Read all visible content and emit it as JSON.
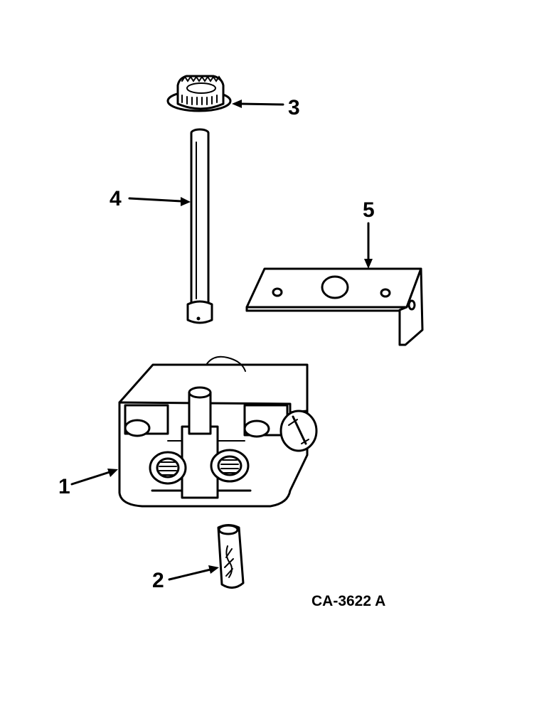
{
  "diagram": {
    "figure_id": "CA-3622 A",
    "callouts": [
      {
        "number": "1",
        "part": "valve-body"
      },
      {
        "number": "2",
        "part": "plug"
      },
      {
        "number": "3",
        "part": "cap"
      },
      {
        "number": "4",
        "part": "rod"
      },
      {
        "number": "5",
        "part": "bracket"
      }
    ]
  }
}
